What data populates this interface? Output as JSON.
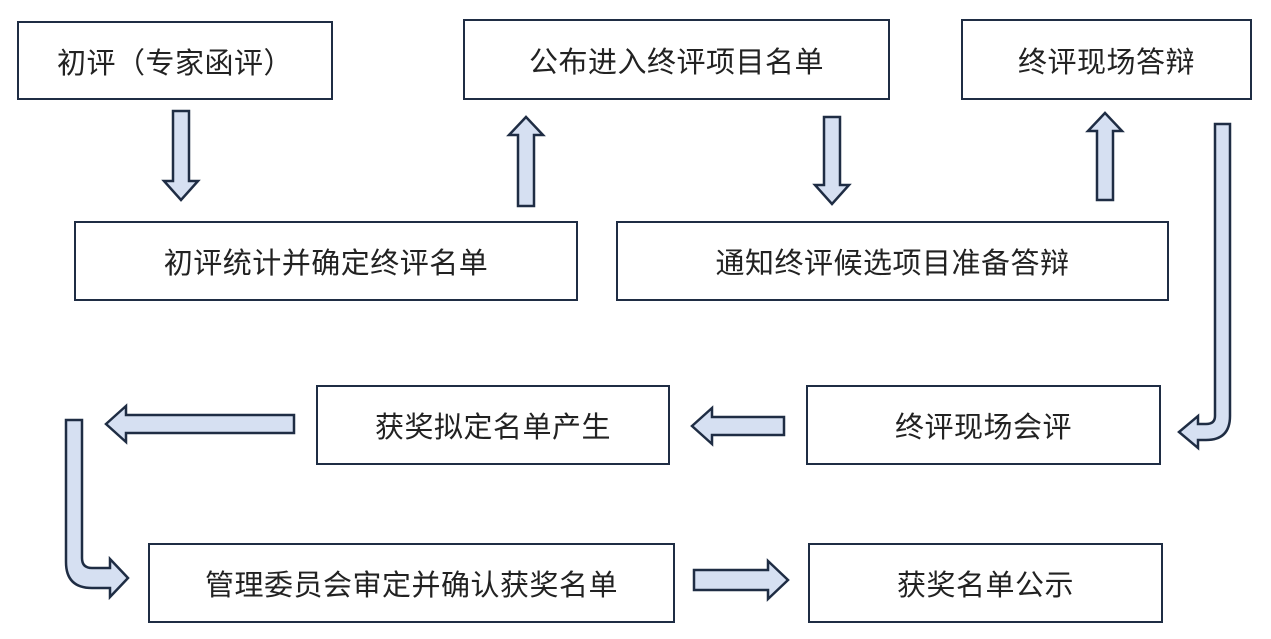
{
  "diagram": {
    "nodes": [
      {
        "id": "n1",
        "label": "初评（专家函评）"
      },
      {
        "id": "n2",
        "label": "公布进入终评项目名单"
      },
      {
        "id": "n3",
        "label": "终评现场答辩"
      },
      {
        "id": "n4",
        "label": "初评统计并确定终评名单"
      },
      {
        "id": "n5",
        "label": "通知终评候选项目准备答辩"
      },
      {
        "id": "n6",
        "label": "获奖拟定名单产生"
      },
      {
        "id": "n7",
        "label": "终评现场会评"
      },
      {
        "id": "n8",
        "label": "管理委员会审定并确认获奖名单"
      },
      {
        "id": "n9",
        "label": "获奖名单公示"
      }
    ],
    "edges": [
      {
        "from": "n1",
        "to": "n4"
      },
      {
        "from": "n4",
        "to": "n2"
      },
      {
        "from": "n2",
        "to": "n5"
      },
      {
        "from": "n5",
        "to": "n3"
      },
      {
        "from": "n3",
        "to": "n7"
      },
      {
        "from": "n7",
        "to": "n6"
      },
      {
        "from": "n6",
        "to": "n8"
      },
      {
        "from": "n8",
        "to": "n9"
      }
    ],
    "colors": {
      "arrow_fill": "#d6e0f2",
      "outline": "#1f2d44"
    }
  }
}
